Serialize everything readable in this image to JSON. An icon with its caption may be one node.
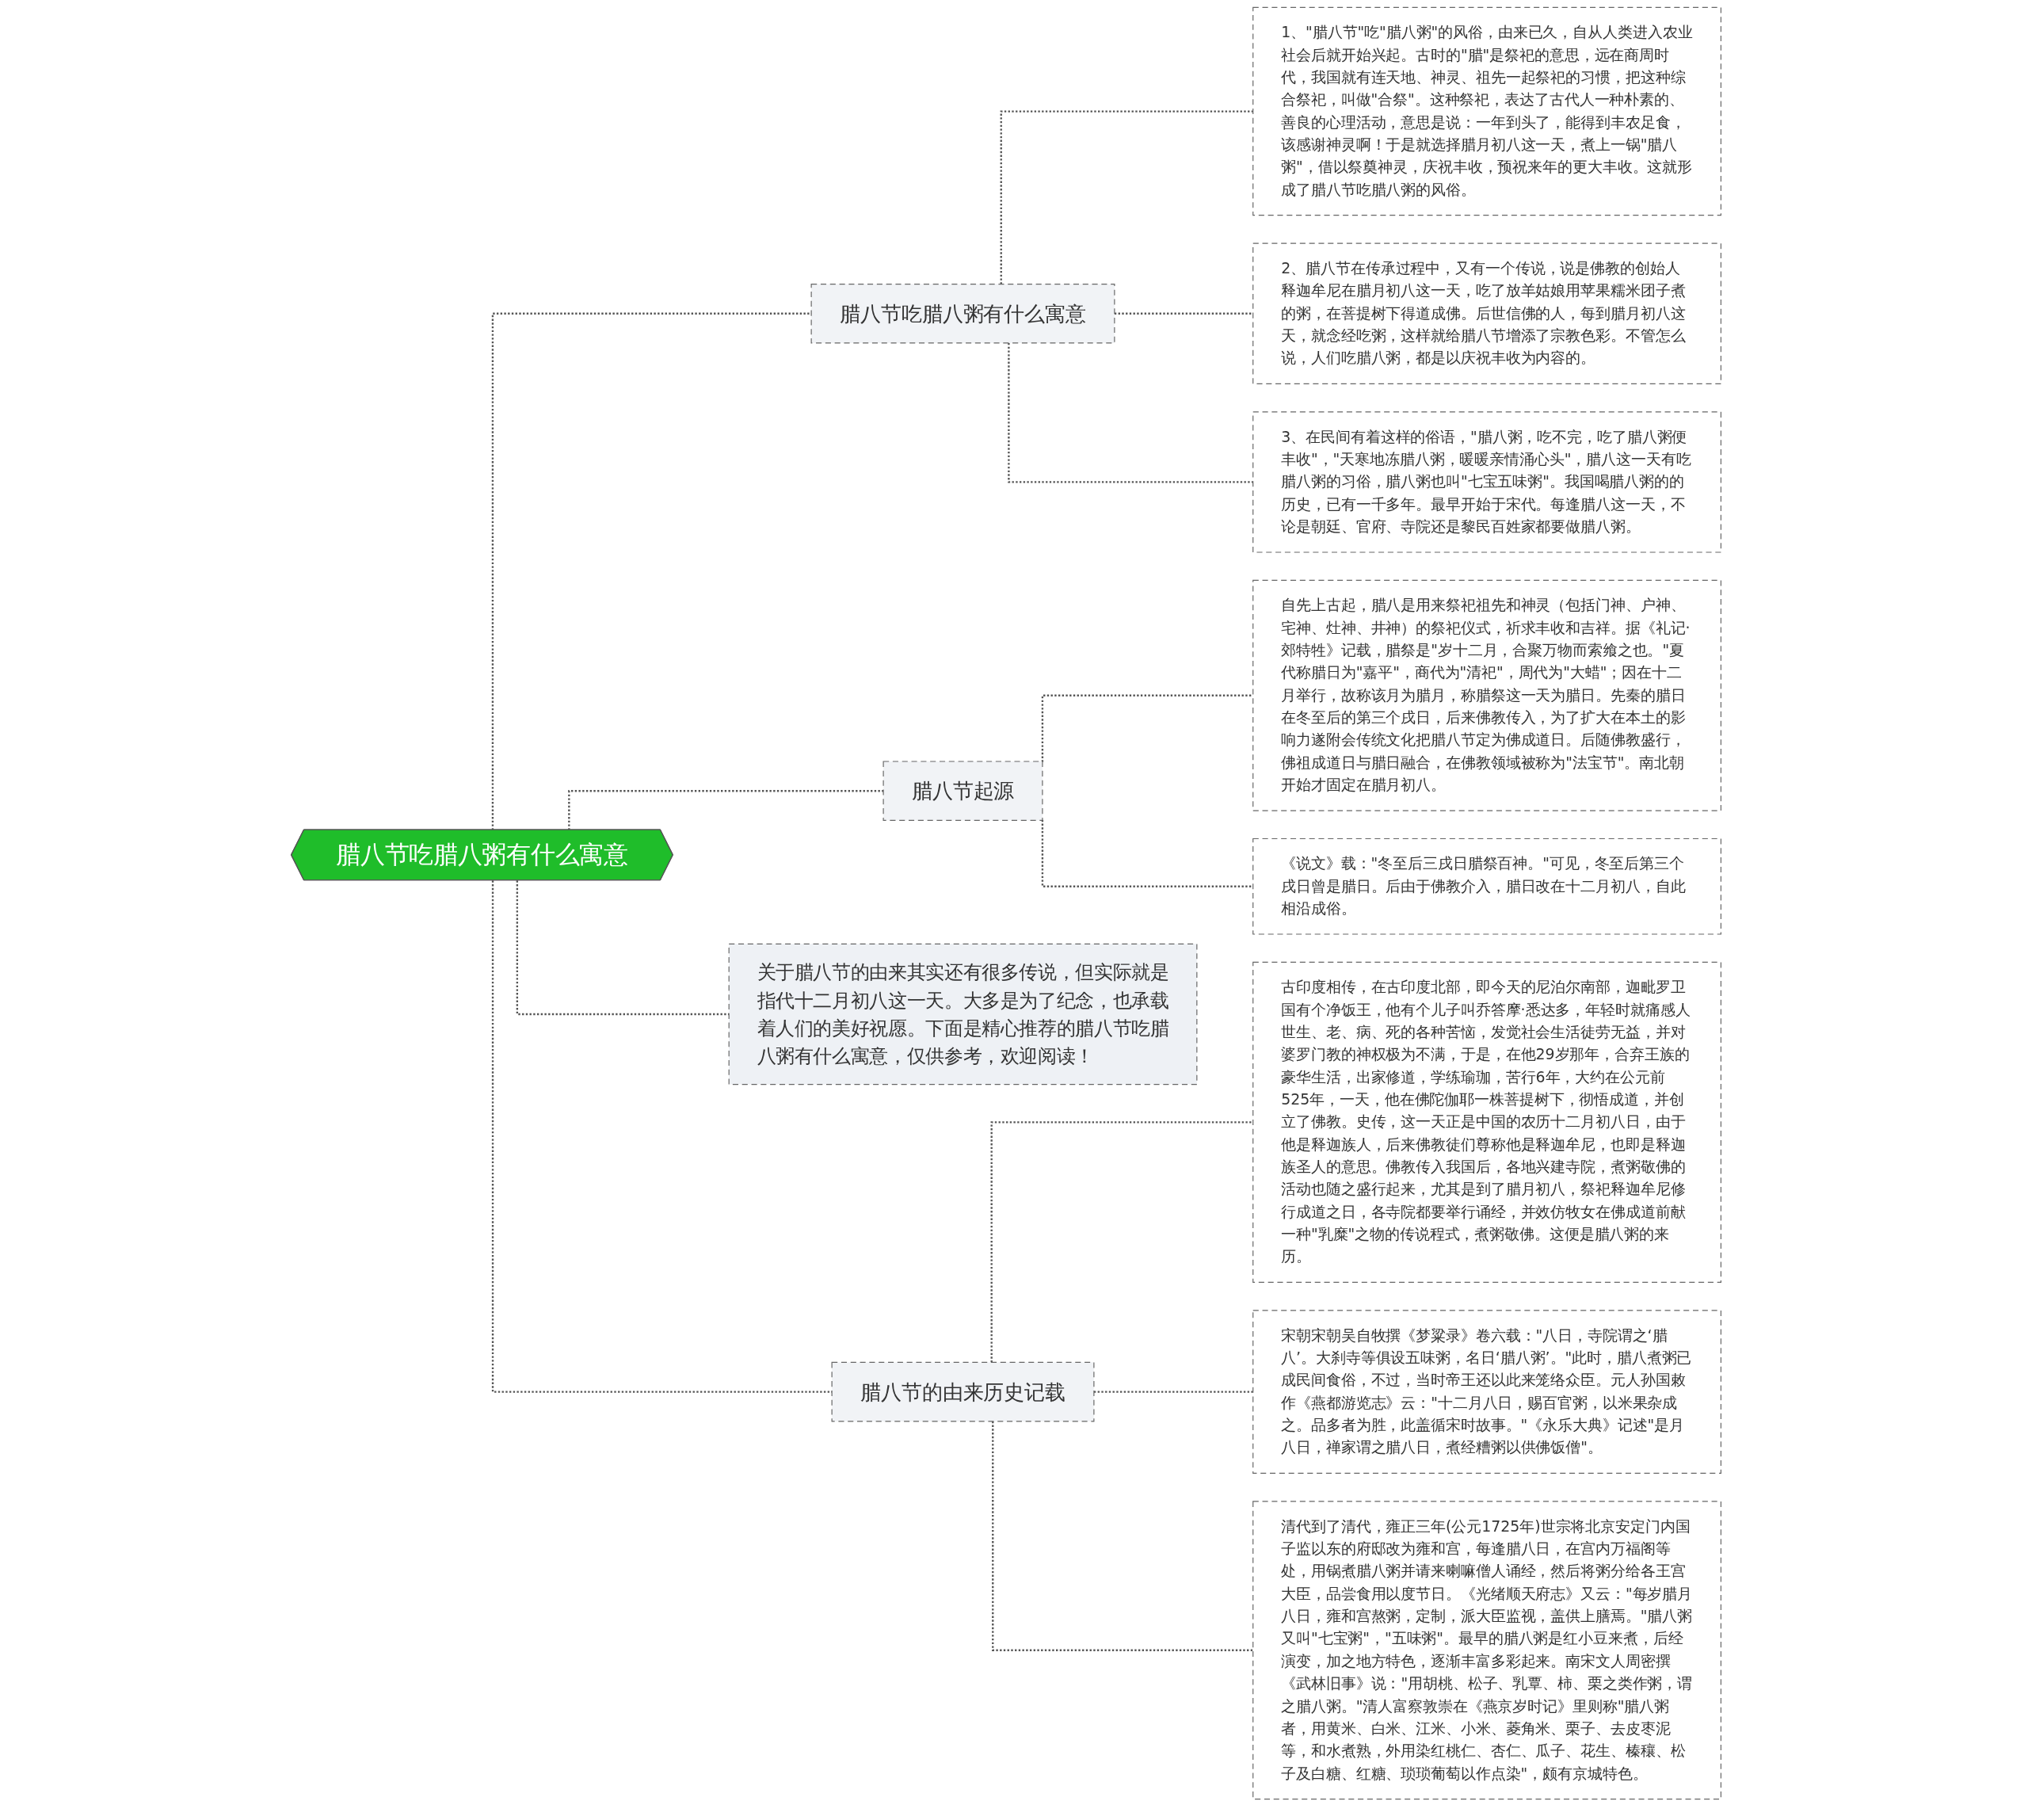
{
  "diagram": {
    "nodes": [
      {
        "text": [
          "腊八节吃腊八粥有什么寓意"
        ]
      },
      {
        "text": [
          "腊八节吃腊八粥有什么寓意"
        ]
      },
      {
        "text": [
          "1、\"腊八节\"吃\"腊八粥\"的风俗，由来已久，自从人类进入农业社会后就开始兴起。古时的\"腊\"是祭祀的意思，远在商周时代，我国就有连天地、神灵、祖先一起祭祀的习惯，把这种综合祭祀，叫做\"合祭\"。这种祭祀，表达了古代人一种朴素的、善良的心理活动，意思是说：一年到头了，能得到丰农足食，该感谢神灵啊！于是就选择腊月初八这一天，煮上一锅\"腊八粥\"，借以祭奠神灵，庆祝丰收，预祝来年的更大丰收。这就形成了腊八节吃腊八粥的风俗。"
        ]
      },
      {
        "text": [
          "2、腊八节在传承过程中，又有一个传说，说是佛教的创始人释迦牟尼在腊月初八这一天，吃了放羊姑娘用苹果糯米团子煮的粥，在菩提树下得道成佛。后世信佛的人，每到腊月初八这天，就念经吃粥，这样就给腊八节增添了宗教色彩。不管怎么说，人们吃腊八粥，都是以庆祝丰收为内容的。"
        ]
      },
      {
        "text": [
          "3、在民间有着这样的俗语，\"腊八粥，吃不完，吃了腊八粥便丰收\"，\"天寒地冻腊八粥，暖暖亲情涌心头\"，腊八这一天有吃腊八粥的习俗，腊八粥也叫\"七宝五味粥\"。我国喝腊八粥的的历史，已有一千多年。最早开始于宋代。每逢腊八这一天，不论是朝廷、官府、寺院还是黎民百姓家都要做腊八粥。"
        ]
      },
      {
        "text": [
          "腊八节起源"
        ]
      },
      {
        "text": [
          "自先上古起，腊八是用来祭祀祖先和神灵（包括门神、户神、宅神、灶神、井神）的祭祀仪式，祈求丰收和吉祥。据《礼记·郊特牲》记载，腊祭是\"岁十二月，合聚万物而索飨之也。\"夏代称腊日为\"嘉平\"，商代为\"清祀\"，周代为\"大蜡\"；因在十二月举行，故称该月为腊月，称腊祭这一天为腊日。先秦的腊日在冬至后的第三个戌日，后来佛教传入，为了扩大在本土的影响力遂附会传统文化把腊八节定为佛成道日。后随佛教盛行，佛祖成道日与腊日融合，在佛教领域被称为\"法宝节\"。南北朝开始才固定在腊月初八。"
        ]
      },
      {
        "text": [
          "《说文》载：\"冬至后三戌日腊祭百神。\"可见，冬至后第三个戌日曾是腊日。后由于佛教介入，腊日改在十二月初八，自此相沿成俗。"
        ]
      },
      {
        "text": [
          "关于腊八节的由来其实还有很多传说，但实际就是指代十二月初八这一天。大多是为了纪念，也承载着人们的美好祝愿。下面是精心推荐的腊八节吃腊八粥有什么寓意，仅供参考，欢迎阅读！"
        ]
      },
      {
        "text": [
          "腊八节的由来历史记载"
        ]
      },
      {
        "text": [
          "古印度相传，在古印度北部，即今天的尼泊尔南部，迦毗罗卫国有个净饭王，他有个儿子叫乔答摩·悉达多，年轻时就痛感人世生、老、病、死的各种苦恼，发觉社会生活徒劳无益，并对婆罗门教的神权极为不满，于是，在他29岁那年，合弃王族的豪华生活，出家修道，学练瑜珈，苦行6年，大约在公元前525年，一天，他在佛陀伽耶一株菩提树下，彻悟成道，并创立了佛教。史传，这一天正是中国的农历十二月初八日，由于他是释迦族人，后来佛教徒们尊称他是释迦牟尼，也即是释迦族圣人的意思。佛教传入我国后，各地兴建寺院，煮粥敬佛的活动也随之盛行起来，尤其是到了腊月初八，祭祀释迦牟尼修行成道之日，各寺院都要举行诵经，并效仿牧女在佛成道前献一种\"乳糜\"之物的传说程式，煮粥敬佛。这便是腊八粥的来历。"
        ]
      },
      {
        "text": [
          "宋朝宋朝吴自牧撰《梦粱录》卷六载：\"八日，寺院谓之‘腊八’。大刹寺等俱设五味粥，名日‘腊八粥’。\"此时，腊八煮粥已成民间食俗，不过，当时帝王还以此来笼络众臣。元人孙国敕作《燕都游览志》云：\"十二月八日，赐百官粥，以米果杂成之。品多者为胜，此盖循宋时故事。\"《永乐大典》记述\"是月八日，禅家谓之腊八日，煮经糟粥以供佛饭僧\"。"
        ]
      },
      {
        "text": [
          "清代到了清代，雍正三年(公元1725年)世宗将北京安定门内国子监以东的府邸改为雍和宫，每逢腊八日，在宫内万福阁等处，用锅煮腊八粥并请来喇嘛僧人诵经，然后将粥分给各王宫大臣，品尝食用以度节日。《光绪顺天府志》又云：\"每岁腊月八日，雍和宫熬粥，定制，派大臣监视，盖供上膳焉。\"腊八粥又叫\"七宝粥\"，\"五味粥\"。最早的腊八粥是红小豆来煮，后经演变，加之地方特色，逐渐丰富多彩起来。南宋文人周密撰《武林旧事》说：\"用胡桃、松子、乳覃、柿、栗之类作粥，谓之腊八粥。\"清人富察敦崇在《燕京岁时记》里则称\"腊八粥者，用黄米、白米、江米、小米、菱角米、栗子、去皮枣泥等，和水煮熟，外用染红桃仁、杏仁、瓜子、花生、榛穰、松子及白糖、红糖、琐琐葡萄以作点染\"，颇有京城特色。"
        ]
      }
    ],
    "edges": [
      {
        "from": 0,
        "to": 1,
        "arrow": "none",
        "style": "dashed"
      },
      {
        "from": 1,
        "to": 2,
        "arrow": "none",
        "style": "dashed"
      },
      {
        "from": 1,
        "to": 3,
        "arrow": "none",
        "style": "dashed"
      },
      {
        "from": 1,
        "to": 4,
        "arrow": "none",
        "style": "dashed"
      },
      {
        "from": 0,
        "to": 5,
        "arrow": "none",
        "style": "dashed"
      },
      {
        "from": 5,
        "to": 6,
        "arrow": "none",
        "style": "dashed"
      },
      {
        "from": 5,
        "to": 7,
        "arrow": "none",
        "style": "dashed"
      },
      {
        "from": 0,
        "to": 8,
        "arrow": "none",
        "style": "dashed"
      },
      {
        "from": 0,
        "to": 9,
        "arrow": "none",
        "style": "dashed"
      },
      {
        "from": 9,
        "to": 10,
        "arrow": "none",
        "style": "dashed"
      },
      {
        "from": 9,
        "to": 11,
        "arrow": "none",
        "style": "dashed"
      },
      {
        "from": 9,
        "to": 12,
        "arrow": "none",
        "style": "dashed"
      }
    ]
  }
}
